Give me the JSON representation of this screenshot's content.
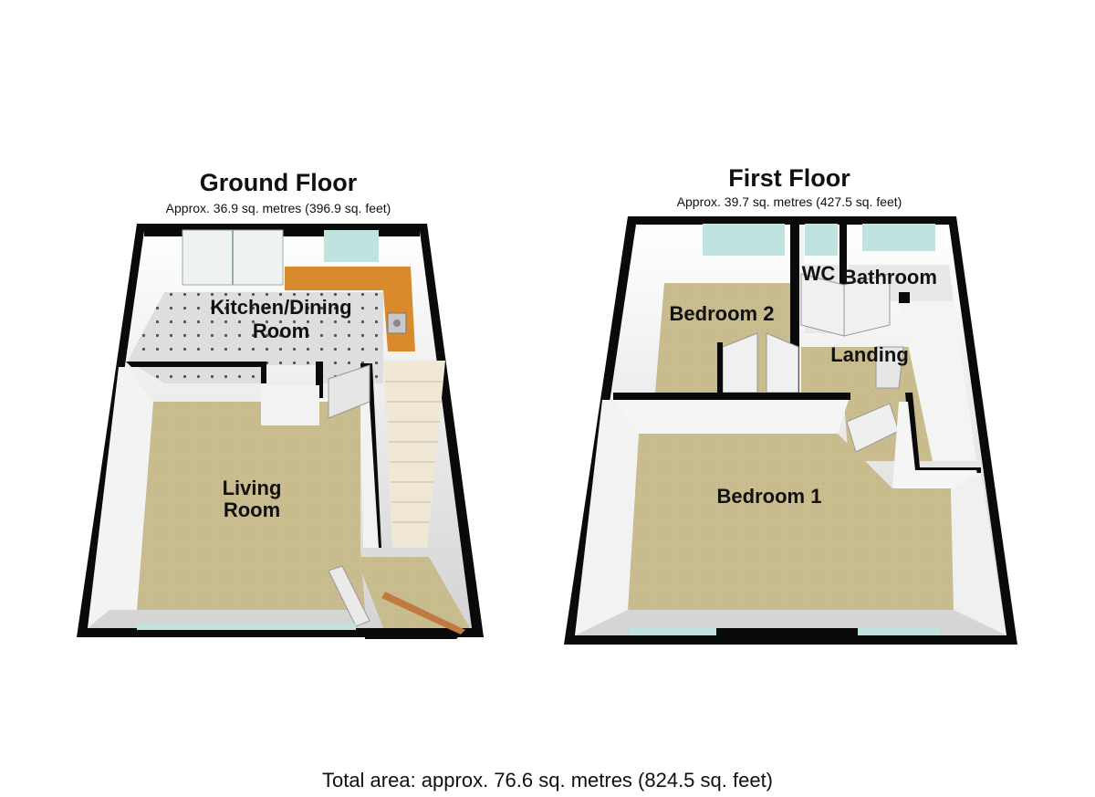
{
  "ground_floor": {
    "title": "Ground Floor",
    "area": "Approx. 36.9 sq. metres (396.9 sq. feet)",
    "rooms": {
      "kitchen_line1": "Kitchen/Dining",
      "kitchen_line2": "Room",
      "living_line1": "Living",
      "living_line2": "Room"
    }
  },
  "first_floor": {
    "title": "First Floor",
    "area": "Approx. 39.7 sq. metres (427.5 sq. feet)",
    "rooms": {
      "bedroom2": "Bedroom 2",
      "wc": "WC",
      "bathroom": "Bathroom",
      "landing": "Landing",
      "bedroom1": "Bedroom 1"
    }
  },
  "total_area": "Total area: approx. 76.6 sq. metres (824.5 sq. feet)",
  "colors": {
    "wall": "#0a0a0a",
    "wall_face": "#eeeeee",
    "carpet": "#c9bc8e",
    "tile": "#dcdcdc",
    "window": "#bfe3df",
    "worktop": "#d98a2c"
  }
}
